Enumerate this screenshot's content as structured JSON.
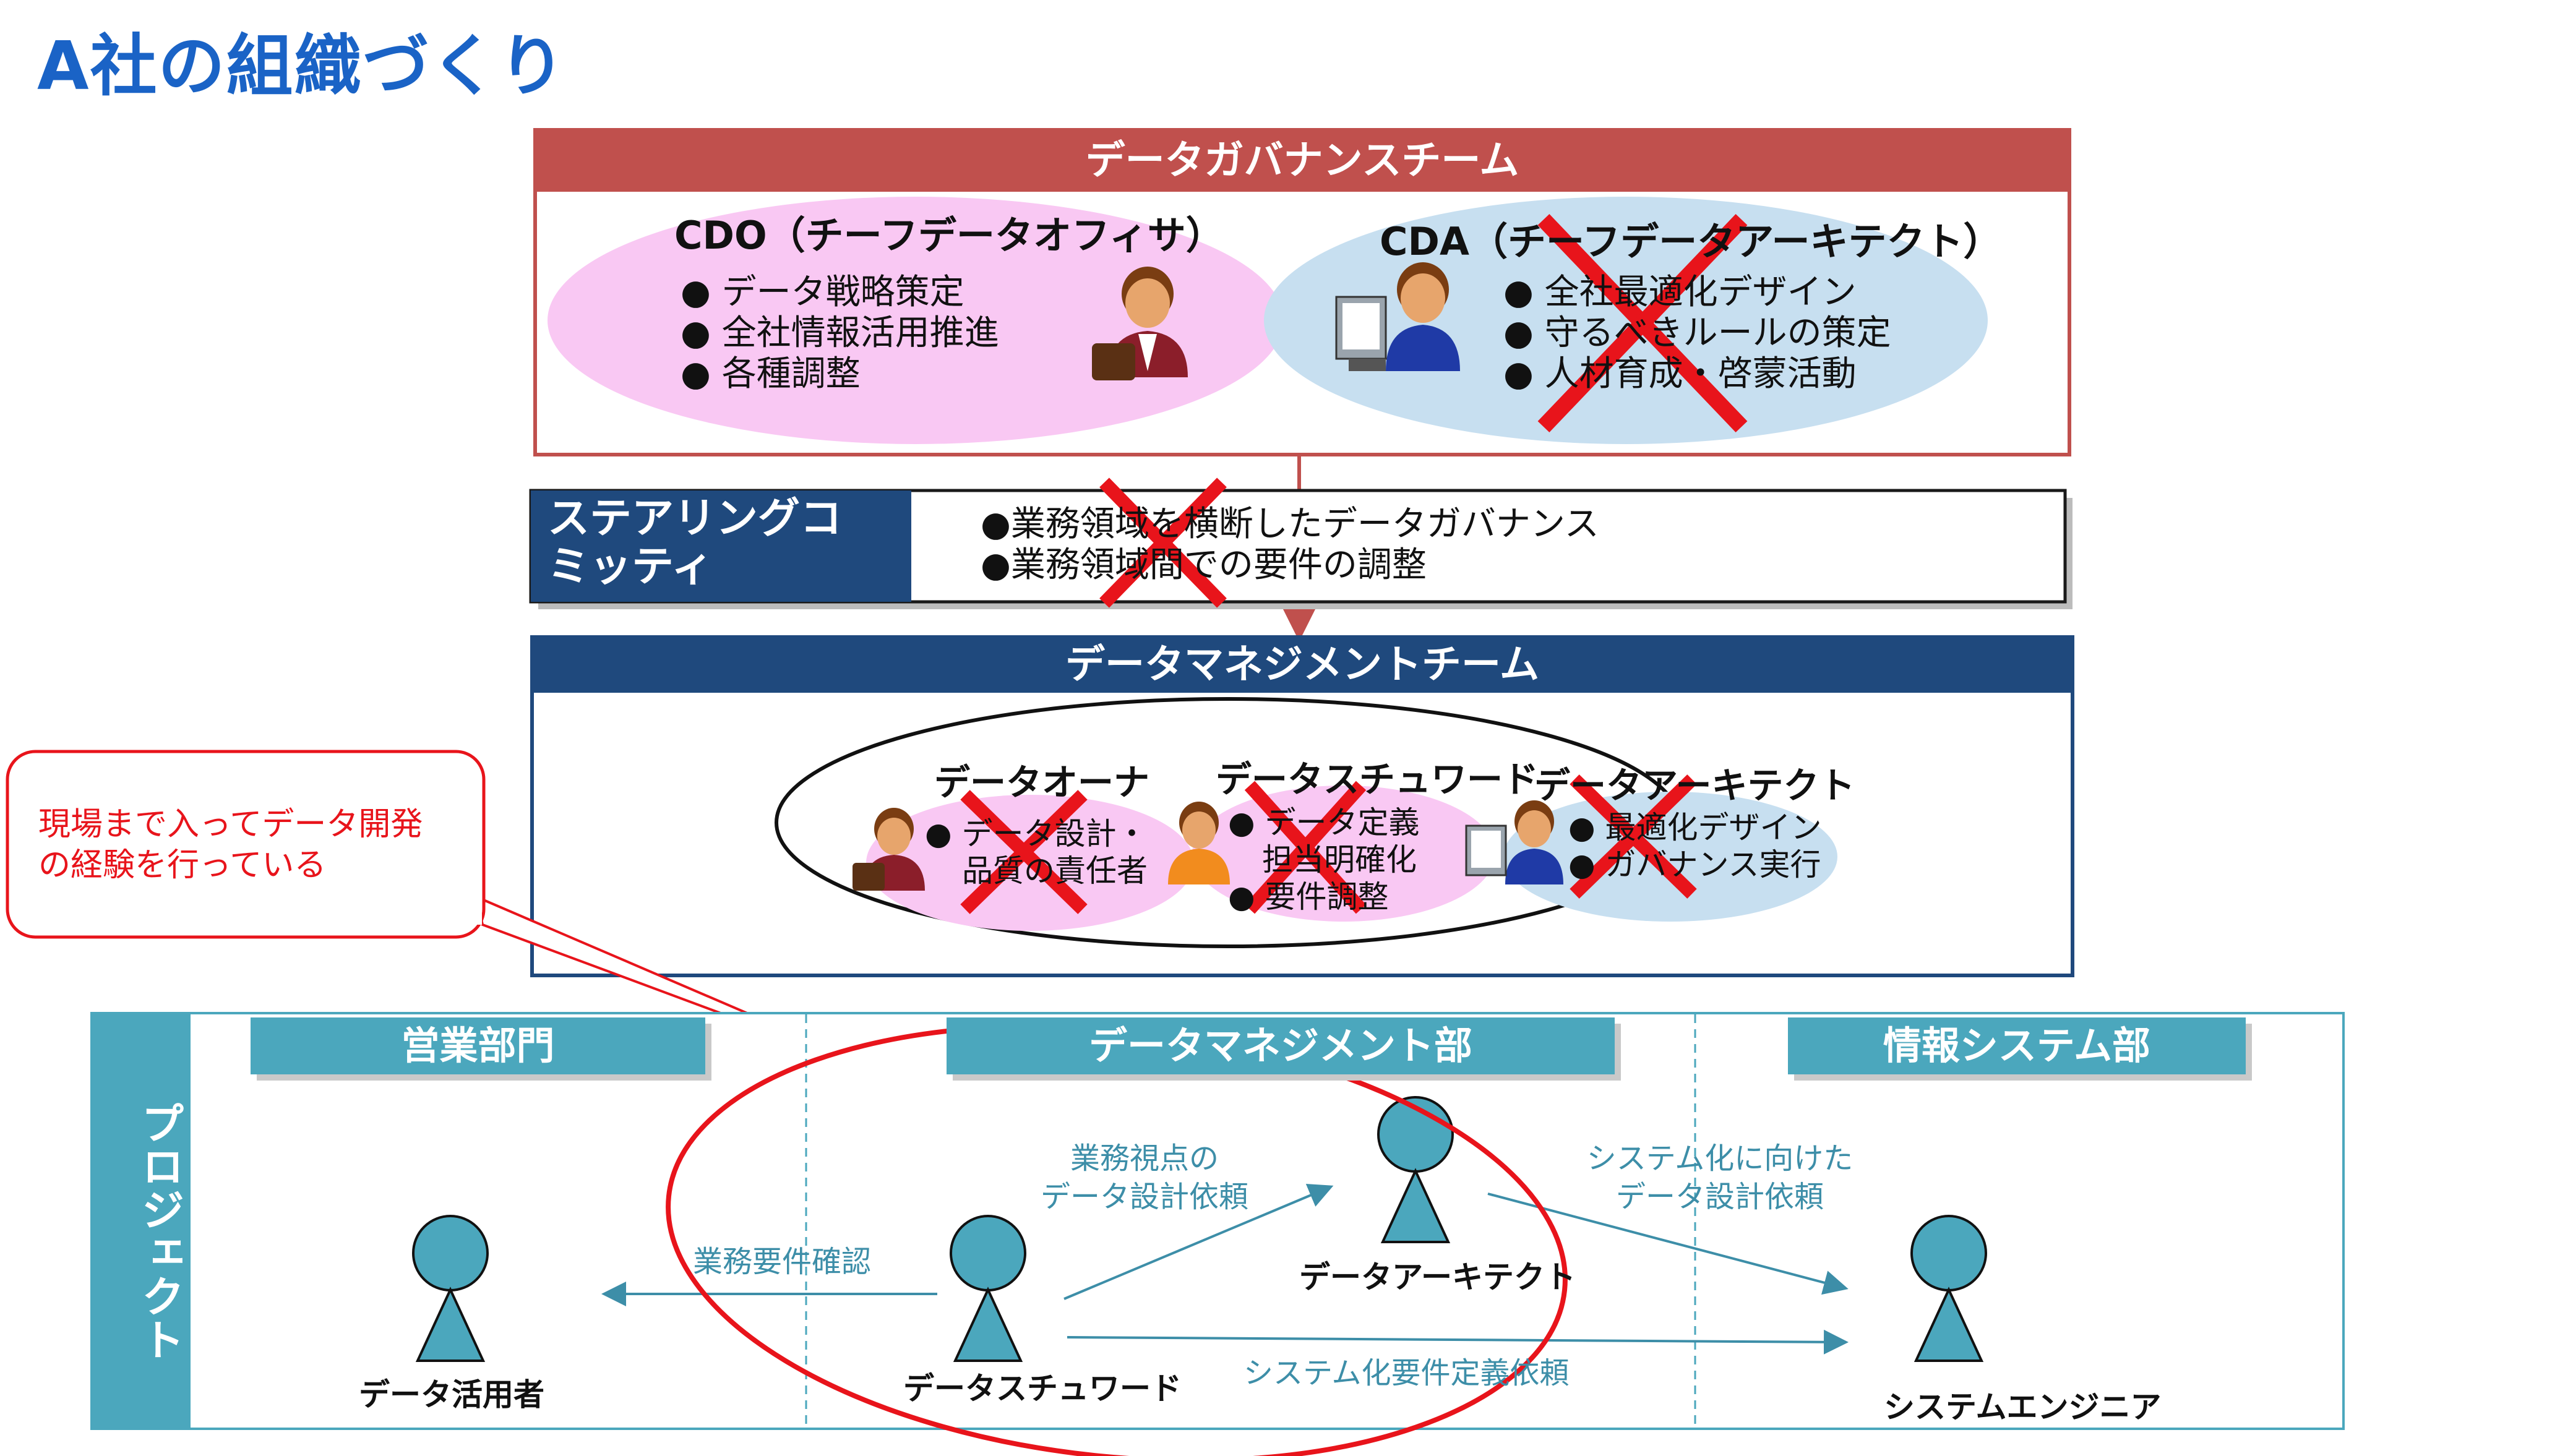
{
  "title": "A社の組織づくり",
  "governance": {
    "header": "データガバナンスチーム",
    "cdo": {
      "title": "CDO（チーフデータオフィサ）",
      "items": [
        "● データ戦略策定",
        "● 全社情報活用推進",
        "● 各種調整"
      ]
    },
    "cda": {
      "title": "CDA（チーフデータアーキテクト）",
      "items": [
        "● 全社最適化デザイン",
        "● 守るべきルールの策定",
        "● 人材育成・啓蒙活動"
      ]
    }
  },
  "steering": {
    "label_line1": "ステアリングコ",
    "label_line2": "ミッティ",
    "items": [
      "●業務領域を横断したデータガバナンス",
      "●業務領域間での要件の調整"
    ]
  },
  "management": {
    "header": "データマネジメントチーム",
    "owner": {
      "title": "データオーナ",
      "items": [
        "● データ設計・",
        "品質の責任者"
      ]
    },
    "steward": {
      "title": "データスチュワード",
      "items": [
        "● データ定義",
        "担当明確化",
        "● 要件調整"
      ]
    },
    "architect": {
      "title": "データアーキテクト",
      "items": [
        "● 最適化デザイン",
        "● ガバナンス実行"
      ]
    }
  },
  "callout": {
    "line1": "現場まで入ってデータ開発",
    "line2": "の経験を行っている"
  },
  "project": {
    "label": "プロジェクト",
    "depts": [
      "営業部門",
      "データマネジメント部",
      "情報システム部"
    ],
    "actors": {
      "user": "データ活用者",
      "steward": "データスチュワード",
      "architect": "データアーキテクト",
      "engineer": "システムエンジニア"
    },
    "arrows": {
      "biz_confirm": "業務要件確認",
      "biz_view_1": "業務視点の",
      "biz_view_2": "データ設計依頼",
      "sys_1": "システム化に向けた",
      "sys_2": "データ設計依頼",
      "sys_req": "システム化要件定義依頼"
    }
  },
  "colors": {
    "title": "#1a63c6",
    "governance": "#c0504d",
    "navy": "#1f497d",
    "teal": "#4ba7bd",
    "cross": "#e8141b",
    "pink": "#f9c8f3",
    "lightblue": "#c7dff0"
  }
}
